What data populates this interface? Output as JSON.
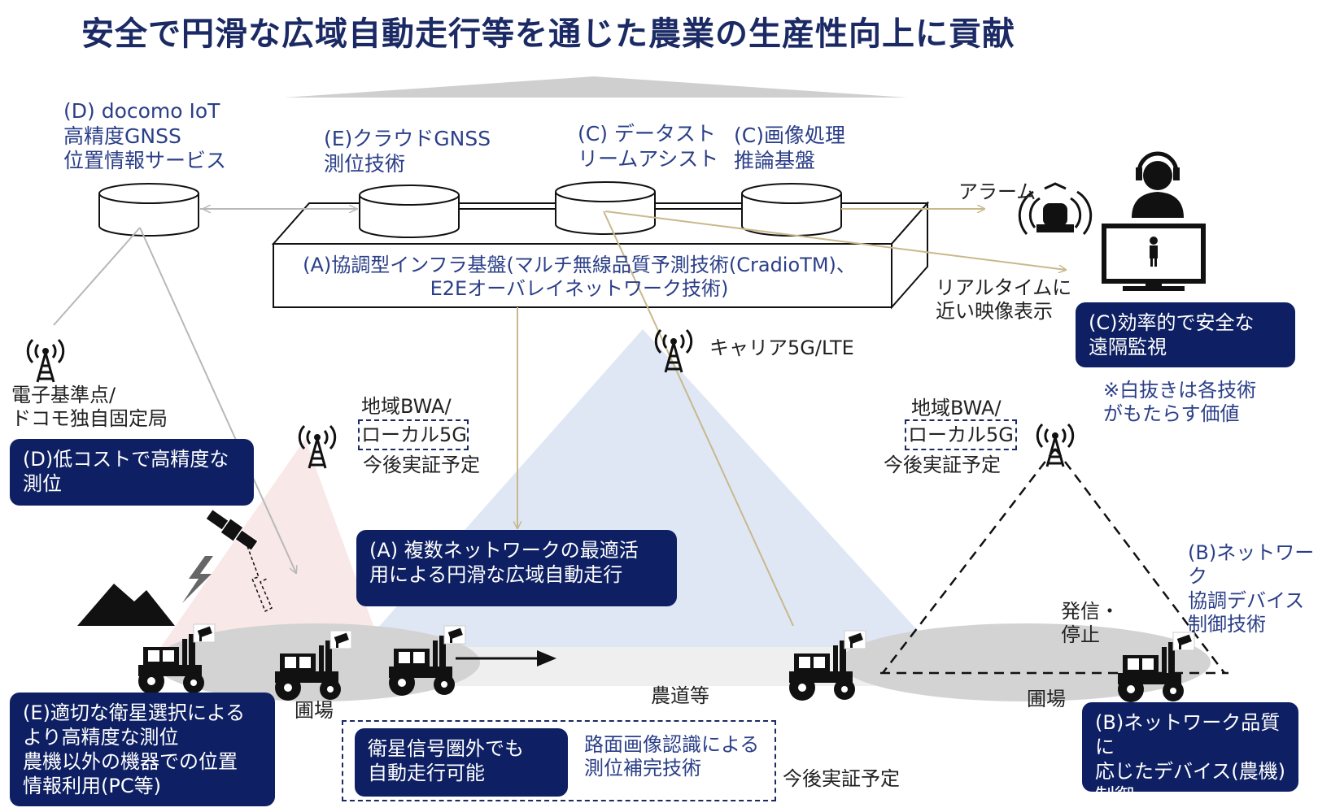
{
  "title": "安全で円滑な広域自動走行等を通じた農業の生産性向上に貢献",
  "top": {
    "docomo_gnss": "(D) docomo IoT\n高精度GNSS\n位置情報サービス",
    "cloud_gnss": "(E)クラウドGNSS\n測位技術",
    "data_stream": "(C) データスト\nリームアシスト",
    "image_processing": "(C)画像処理\n推論基盤",
    "infra": "(A)協調型インフラ基盤(マルチ無線品質予測技術(CradioTM)、\nE2Eオーバレイネットワーク技術)",
    "alarm": "アラーム",
    "realtime_video": "リアルタイムに\n近い映像表示"
  },
  "labels": {
    "reference_station": "電子基準点/\nドコモ独自固定局",
    "bwa_left_1": "地域BWA/",
    "bwa_left_2": "ローカル5G",
    "bwa_left_3": "今後実証予定",
    "carrier": "キャリア5G/LTE",
    "bwa_right_1": "地域BWA/",
    "bwa_right_2": "ローカル5G",
    "bwa_right_3": "今後実証予定",
    "note": "※白抜きは各技術\nがもたらす価値",
    "network_device_tech": "(B)ネットワーク\n協調デバイス\n制御技術",
    "send_stop": "発信・\n停止",
    "field_left": "圃場",
    "farm_road": "農道等",
    "field_right": "圃場",
    "road_image": "路面画像認識による\n測位補完技術",
    "future_bottom": "今後実証予定"
  },
  "boxes": {
    "c_monitor": "(C)効率的で安全な\n遠隔監視",
    "d_low_cost": "(D)低コストで高精度な\n測位",
    "a_multi_network": "(A) 複数ネットワークの最適活\n用による円滑な広域自動走行",
    "e_satellite": "(E)適切な衛星選択による\nより高精度な測位\n農機以外の機器での位置\n情報利用(PC等)",
    "out_of_range": "衛星信号圏外でも\n自動走行可能",
    "b_device_control": "(B)ネットワーク品質に\n応じたデバイス(農機)\n制御"
  },
  "colors": {
    "navy": "#0e2063",
    "title": "#1b2a64",
    "text_blue": "#2b3f88",
    "cone_blue": "#dfe7f5",
    "cone_pink": "#f8e6e6",
    "field_gray": "#d3d3d3"
  },
  "icons": [
    "antenna-tower-icon",
    "satellite-icon",
    "mountain-icon",
    "tractor-icon",
    "operator-icon",
    "monitor-icon",
    "alarm-light-icon",
    "arrow-icon"
  ]
}
